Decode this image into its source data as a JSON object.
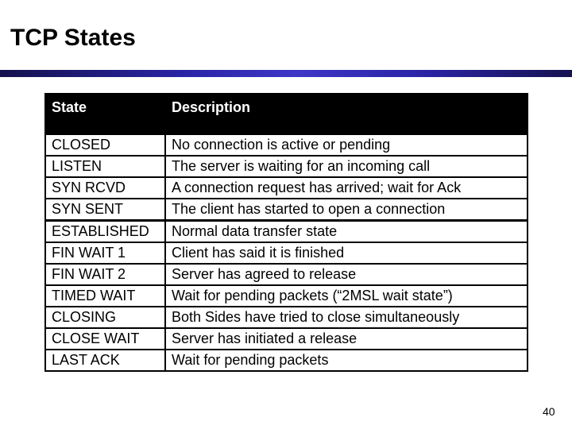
{
  "slide": {
    "title": "TCP States",
    "page_number": "40"
  },
  "colors": {
    "divider_dark": "#15114d",
    "divider_bright": "#3e36c6",
    "table_header_bg": "#000000",
    "table_header_text": "#ffffff",
    "table_border": "#000000"
  },
  "table": {
    "headers": [
      "State",
      "Description"
    ],
    "rows": [
      {
        "state": "CLOSED",
        "description": "No connection is active or pending"
      },
      {
        "state": "LISTEN",
        "description": "The server is waiting for an incoming call"
      },
      {
        "state": "SYN RCVD",
        "description": "A connection request has arrived; wait for Ack"
      },
      {
        "state": "SYN SENT",
        "description": "The client has started to open a connection"
      },
      {
        "state": "ESTABLISHED",
        "description": "Normal data transfer state"
      },
      {
        "state": "FIN WAIT 1",
        "description": "Client has said it is finished"
      },
      {
        "state": "FIN WAIT 2",
        "description": "Server has agreed to release"
      },
      {
        "state": "TIMED WAIT",
        "description": "Wait for pending packets (“2MSL wait state”)"
      },
      {
        "state": "CLOSING",
        "description": "Both Sides have tried to close simultaneously"
      },
      {
        "state": "CLOSE WAIT",
        "description": "Server has initiated a release"
      },
      {
        "state": "LAST ACK",
        "description": "Wait for pending packets"
      }
    ]
  }
}
